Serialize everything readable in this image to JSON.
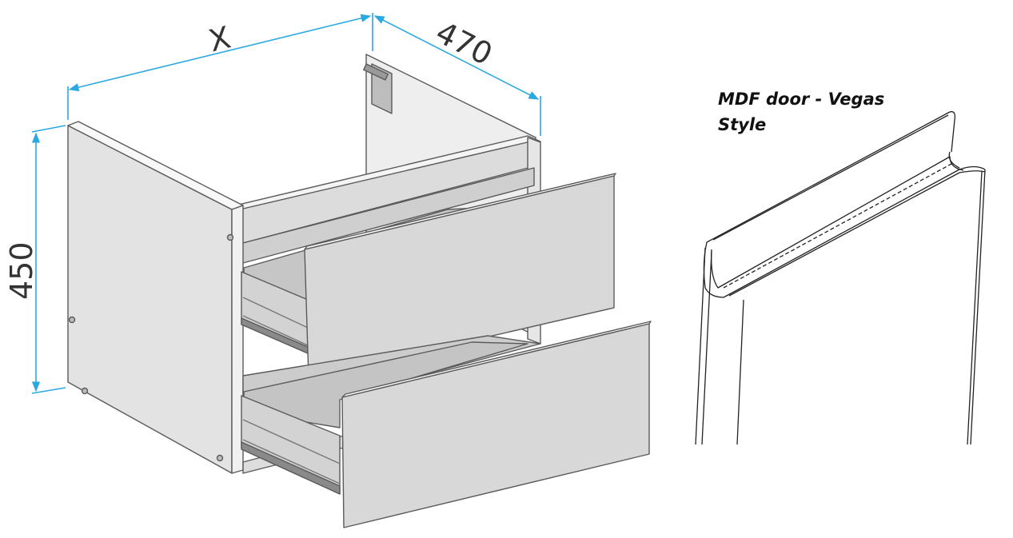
{
  "dimensions": {
    "width_label": "X",
    "depth_label": "470",
    "height_label": "450"
  },
  "door_caption": "MDF door - Vegas Style",
  "colors": {
    "dimension_line": "#29a9e0",
    "panel_face": "#d9d9d9",
    "panel_edge": "#f2f2f2",
    "outline": "#5a5a5a",
    "interior": "#c8c8c8"
  }
}
